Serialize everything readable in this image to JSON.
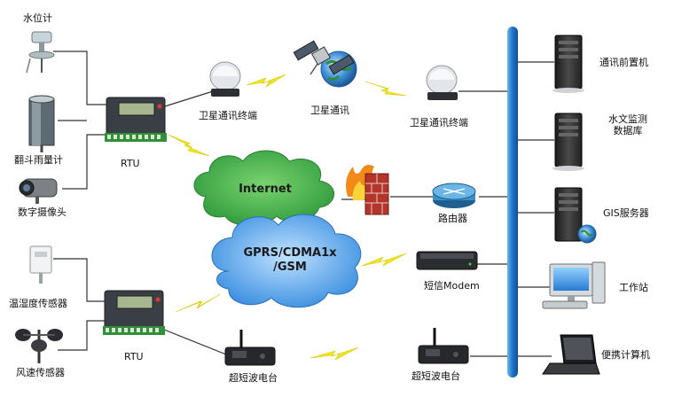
{
  "nodes": {
    "water_level_meter": "水位计",
    "tipping_rain_gauge": "翻斗雨量计",
    "digital_camera": "数字摄像头",
    "rtu_top": "RTU",
    "sat_terminal_left": "卫星通讯终端",
    "satellite": "卫星通讯",
    "sat_terminal_right": "卫星通讯终端",
    "internet": "Internet",
    "gprs_line1": "GPRS/CDMA1x",
    "gprs_line2": "/GSM",
    "router": "路由器",
    "sms_modem": "短信Modem",
    "temp_humidity_sensor": "温湿度传感器",
    "wind_speed_sensor": "风速传感器",
    "rtu_bottom": "RTU",
    "shortwave_left": "超短波电台",
    "shortwave_right": "超短波电台",
    "comm_front_end": "通讯前置机",
    "hydro_db_line1": "水文监测",
    "hydro_db_line2": "数据库",
    "gis_server": "GIS服务器",
    "workstation": "工作站",
    "laptop": "便携计算机"
  },
  "colors": {
    "bus": "#1e73c8",
    "cloud_green": "#3ea84a",
    "cloud_blue": "#3a8ee0",
    "lightning": "#f2e61a",
    "rtu_body": "#3a3f45",
    "rtu_green": "#2f8f3a"
  }
}
